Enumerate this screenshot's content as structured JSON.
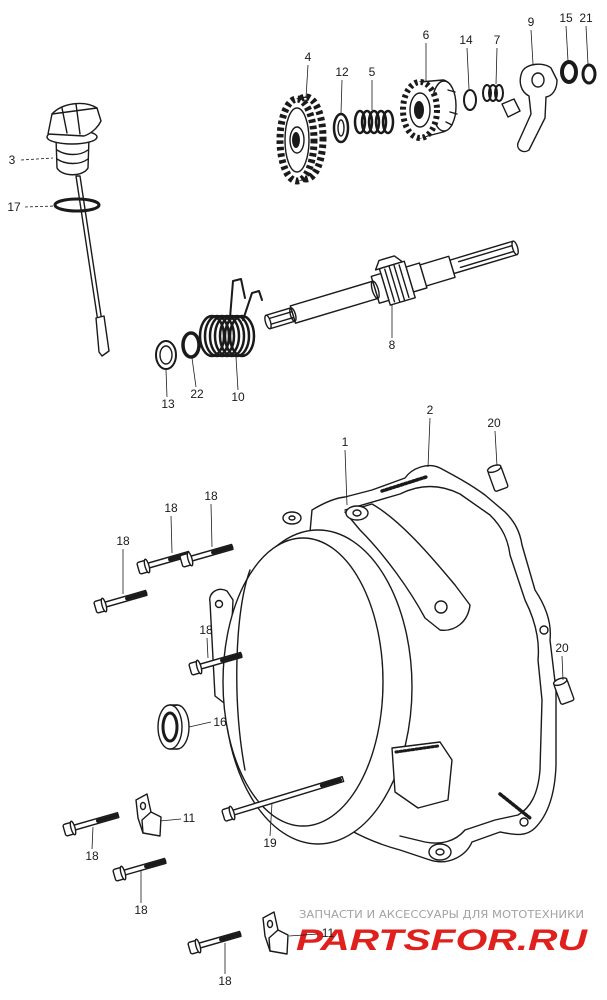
{
  "diagram": {
    "callouts": [
      "3",
      "17",
      "4",
      "12",
      "5",
      "6",
      "14",
      "7",
      "9",
      "15",
      "21",
      "8",
      "13",
      "22",
      "10",
      "1",
      "2",
      "20",
      "18",
      "18",
      "18",
      "18",
      "16",
      "20",
      "11",
      "19",
      "18",
      "18",
      "11",
      "18"
    ]
  },
  "watermark": {
    "tagline": "ЗАПЧАСТИ И АКСЕССУАРЫ ДЛЯ МОТОТЕХНИКИ",
    "logo": "PARTSFOR.RU"
  },
  "colors": {
    "line": "#1a1a1a",
    "background": "#ffffff",
    "watermark_text": "#a3a3a3",
    "logo": "#e0201c"
  }
}
